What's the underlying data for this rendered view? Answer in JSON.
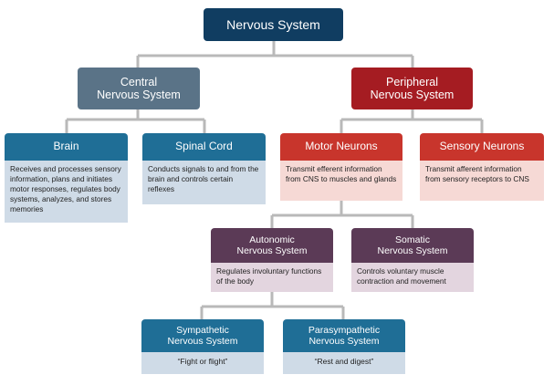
{
  "diagram": {
    "root": "Nervous System",
    "central": "Central\nNervous System",
    "peripheral": "Peripheral\nNervous System",
    "brain": {
      "label": "Brain",
      "desc": "Receives and processes sensory information, plans and initiates motor responses, regulates body systems, analyzes, and stores memories"
    },
    "spinal_cord": {
      "label": "Spinal Cord",
      "desc": "Conducts signals to and from the brain and controls certain reflexes"
    },
    "motor_neurons": {
      "label": "Motor Neurons",
      "desc": "Transmit efferent information from CNS to muscles and glands"
    },
    "sensory_neurons": {
      "label": "Sensory Neurons",
      "desc": "Transmit afferent information from sensory receptors to CNS"
    },
    "autonomic": {
      "label": "Autonomic\nNervous System",
      "desc": "Regulates involuntary functions of the body"
    },
    "somatic": {
      "label": "Somatic\nNervous System",
      "desc": "Controls voluntary muscle contraction and movement"
    },
    "sympathetic": {
      "label": "Sympathetic\nNervous System",
      "desc": "“Fight or flight”"
    },
    "parasympathetic": {
      "label": "Parasympathetic\nNervous System",
      "desc": "“Rest and digest”"
    }
  },
  "colors": {
    "connector": "#b9b9b9",
    "navy": "#103d61",
    "grey_blue": "#5a7387",
    "blue": "#1f6e96",
    "red": "#c8352c",
    "dark_red": "#a51c22",
    "purple": "#5b3a56"
  }
}
